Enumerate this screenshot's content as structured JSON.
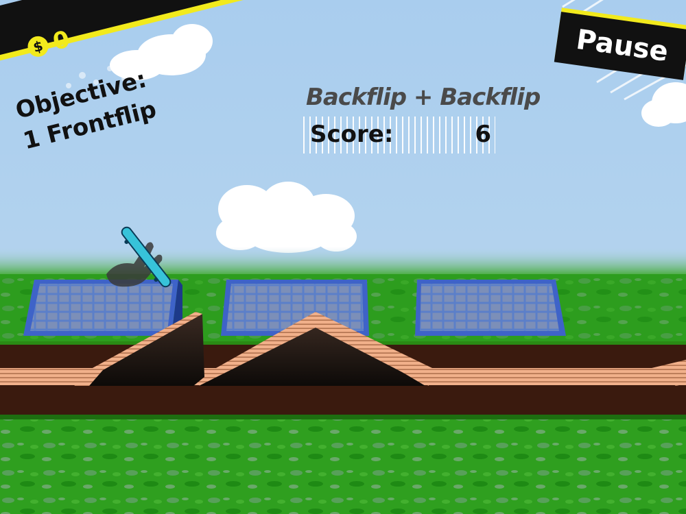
{
  "hud": {
    "money": "0",
    "money_icon": "dollar-coin-icon",
    "objective_line1": "Objective:",
    "objective_line2": "1 Frontflip",
    "pause_label": "Pause",
    "combo_text": "Backflip + Backflip",
    "score_label": "Score:",
    "score_value": "6"
  },
  "colors": {
    "sky": "#a9cdee",
    "grass": "#2e9d1e",
    "ramp": "#e9a57e",
    "solar_panel": "#3d62c9",
    "hud_black": "#111111",
    "hud_yellow": "#f2ea1d",
    "skateboard": "#37c3d9"
  }
}
